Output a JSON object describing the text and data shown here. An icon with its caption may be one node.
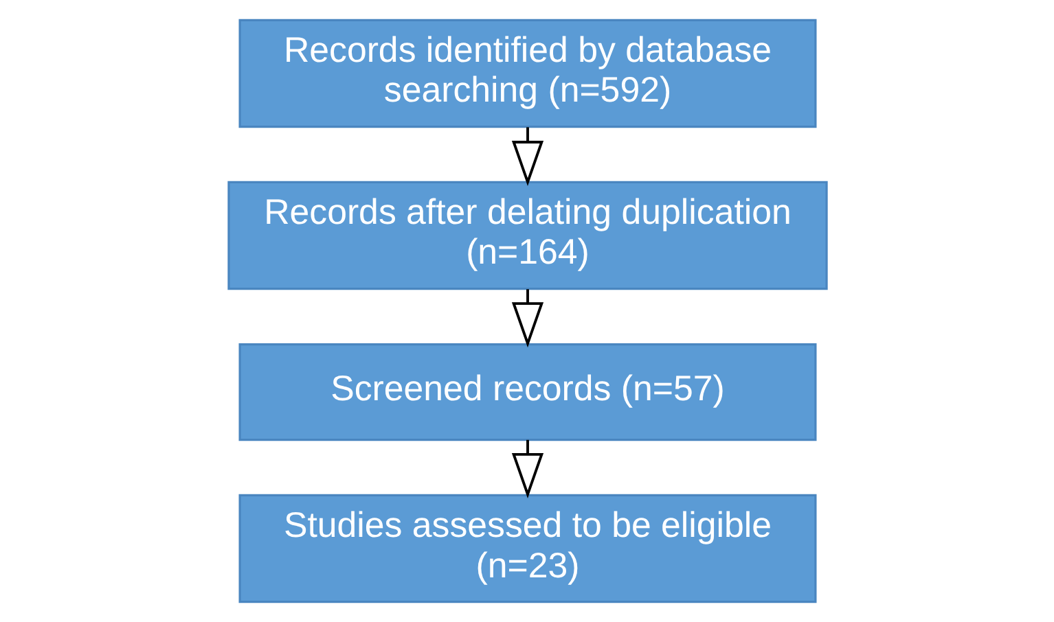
{
  "diagram": {
    "nodes": [
      {
        "text": [
          "Records identified by database searching (n=592)"
        ]
      },
      {
        "text": [
          "Records after delating duplication (n=164)"
        ]
      },
      {
        "text": [
          "Screened records (n=57)"
        ]
      },
      {
        "text": [
          "Studies assessed to be eligible (n=23)"
        ]
      }
    ],
    "edges": [
      {
        "from": 0,
        "to": 1,
        "arrow": "to"
      },
      {
        "from": 1,
        "to": 2,
        "arrow": "to"
      },
      {
        "from": 2,
        "to": 3,
        "arrow": "to"
      }
    ]
  }
}
